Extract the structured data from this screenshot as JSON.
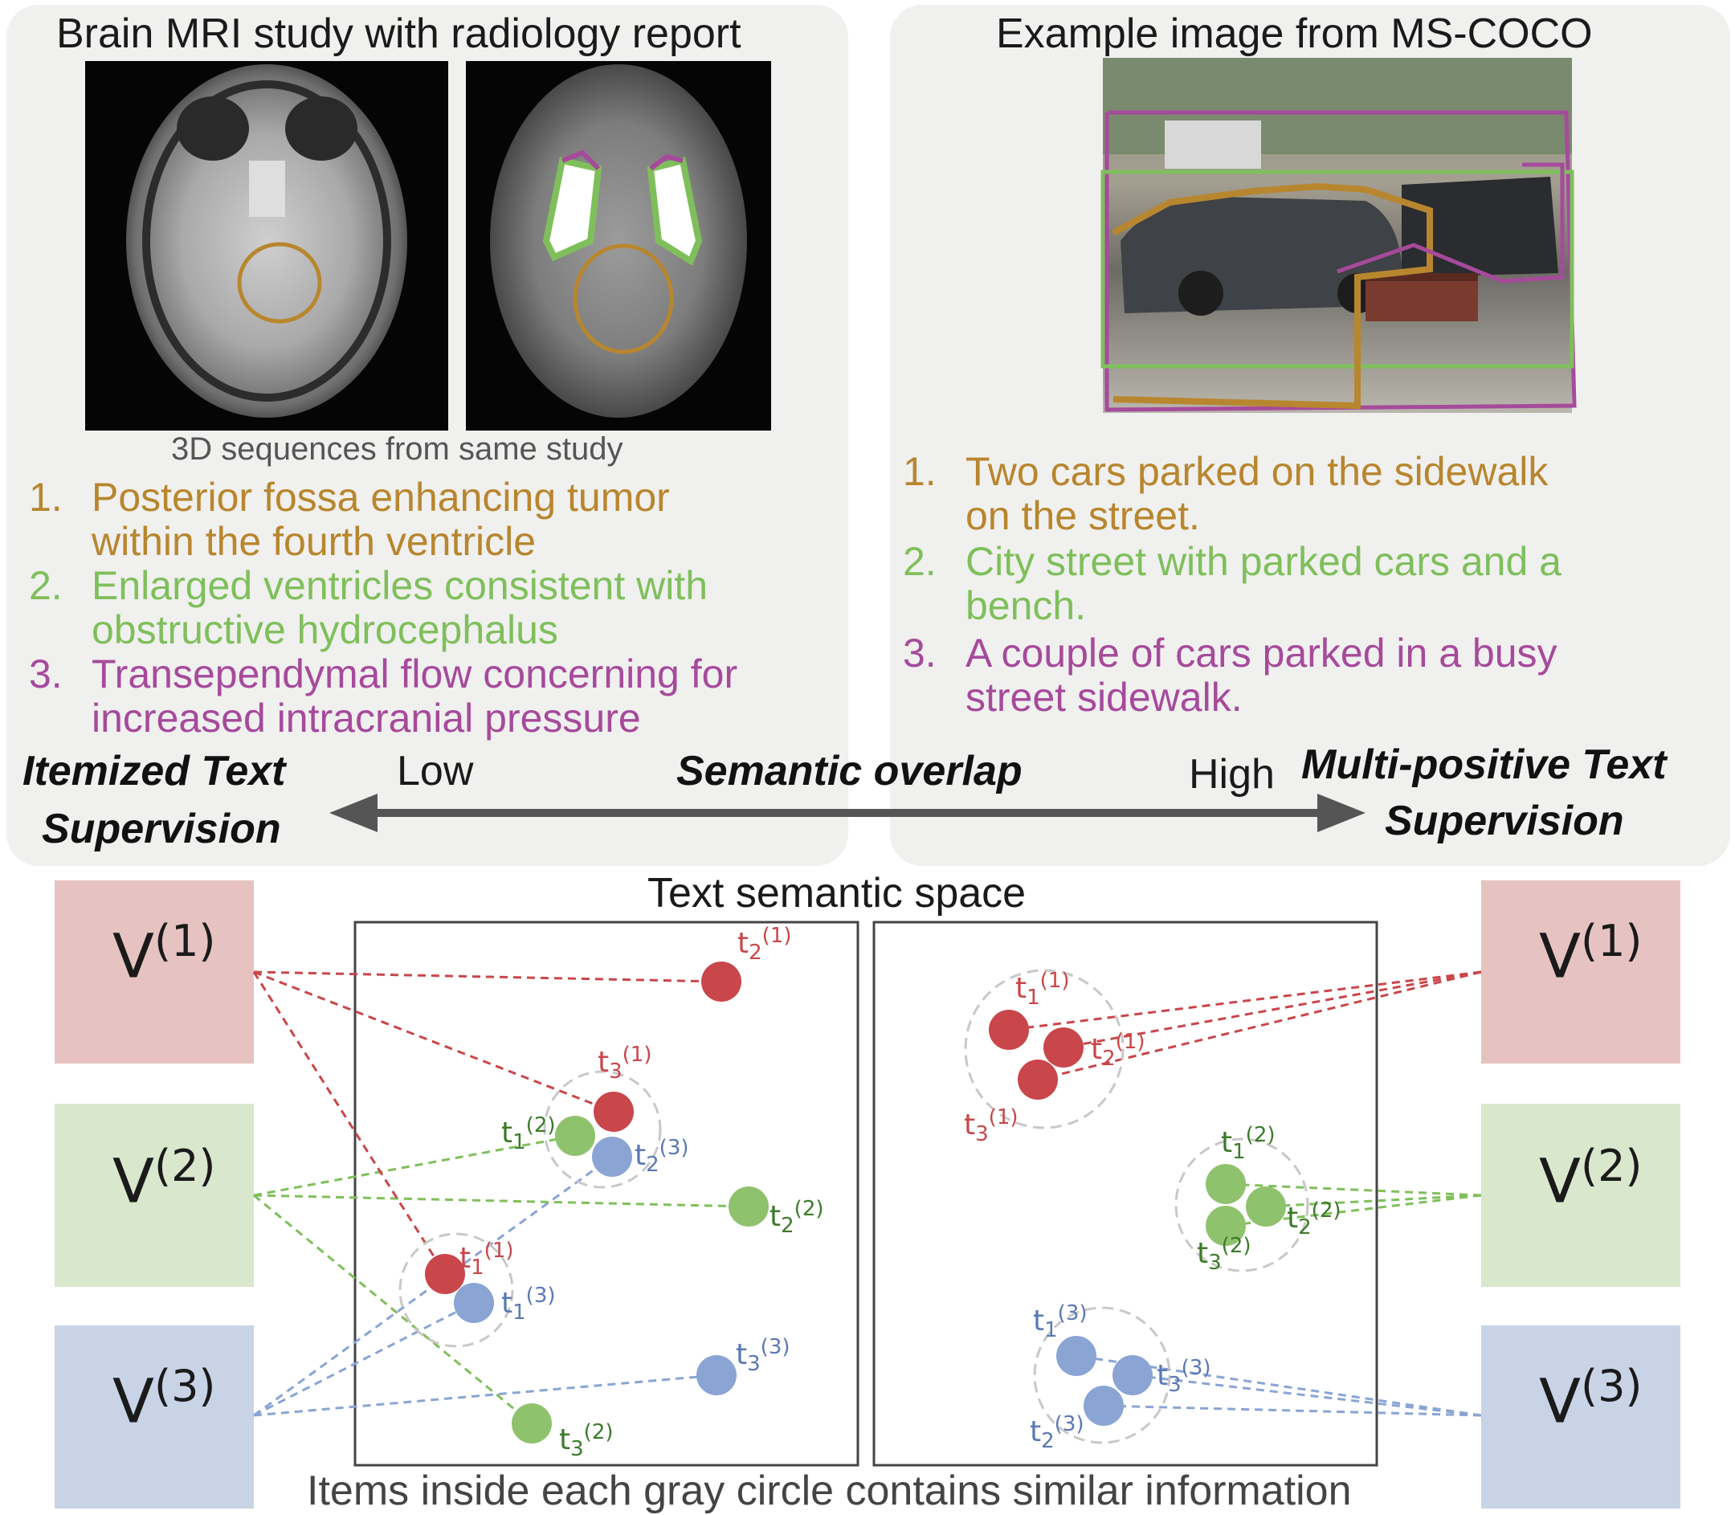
{
  "colors": {
    "orange": "#b8862e",
    "green": "#7fbf5b",
    "purple": "#a64a9b",
    "red": "#c9464a",
    "blue": "#8aa4d4",
    "dark_green": "#3c7a2a",
    "gray": "#555555"
  },
  "left_panel": {
    "title": "Brain MRI study with radiology report",
    "caption": "3D sequences from same study",
    "items": [
      {
        "num": "1.",
        "lines": [
          "Posterior fossa enhancing tumor",
          "within the fourth ventricle"
        ],
        "color": "orange"
      },
      {
        "num": "2.",
        "lines": [
          "Enlarged ventricles consistent with",
          "obstructive hydrocephalus"
        ],
        "color": "green"
      },
      {
        "num": "3.",
        "lines": [
          "Transependymal flow concerning for",
          "increased intracranial pressure"
        ],
        "color": "purple"
      }
    ]
  },
  "right_panel": {
    "title": "Example image from MS-COCO",
    "items": [
      {
        "num": "1.",
        "lines": [
          "Two cars parked on the sidewalk",
          "on the street."
        ],
        "color": "orange"
      },
      {
        "num": "2.",
        "lines": [
          "City street with parked cars and a",
          "bench."
        ],
        "color": "green"
      },
      {
        "num": "3.",
        "lines": [
          "A couple of cars parked in a busy",
          "street sidewalk."
        ],
        "color": "purple"
      }
    ]
  },
  "axis": {
    "left_label": [
      "Itemized Text",
      "Supervision"
    ],
    "right_label": [
      "Multi-positive Text",
      "Supervision"
    ],
    "low": "Low",
    "high": "High",
    "center": "Semantic overlap"
  },
  "space": {
    "title": "Text semantic space",
    "caption": "Items inside each gray circle contains similar information"
  },
  "v_boxes": {
    "v1": {
      "base": "V",
      "sup": "(1)",
      "color": "#e6c3c1"
    },
    "v2": {
      "base": "V",
      "sup": "(2)",
      "color": "#d9e7cd"
    },
    "v3": {
      "base": "V",
      "sup": "(3)",
      "color": "#c8d4e6"
    }
  },
  "points": {
    "left": [
      {
        "id": "t2_1",
        "sub": "2",
        "sup": "(1)",
        "color": "red"
      },
      {
        "id": "t3_1",
        "sub": "3",
        "sup": "(1)",
        "color": "red"
      },
      {
        "id": "t1_2",
        "sub": "1",
        "sup": "(2)",
        "color": "dark_green"
      },
      {
        "id": "t2_3",
        "sub": "2",
        "sup": "(3)",
        "color": "blue"
      },
      {
        "id": "t2_2",
        "sub": "2",
        "sup": "(2)",
        "color": "dark_green"
      },
      {
        "id": "t1_1",
        "sub": "1",
        "sup": "(1)",
        "color": "red"
      },
      {
        "id": "t1_3",
        "sub": "1",
        "sup": "(3)",
        "color": "blue"
      },
      {
        "id": "t3_3",
        "sub": "3",
        "sup": "(3)",
        "color": "blue"
      },
      {
        "id": "t3_2",
        "sub": "3",
        "sup": "(2)",
        "color": "dark_green"
      }
    ],
    "right": [
      {
        "id": "t1_1",
        "sub": "1",
        "sup": "(1)",
        "color": "red"
      },
      {
        "id": "t2_1",
        "sub": "2",
        "sup": "(1)",
        "color": "red"
      },
      {
        "id": "t3_1",
        "sub": "3",
        "sup": "(1)",
        "color": "red"
      },
      {
        "id": "t1_2",
        "sub": "1",
        "sup": "(2)",
        "color": "dark_green"
      },
      {
        "id": "t2_2",
        "sub": "2",
        "sup": "(2)",
        "color": "dark_green"
      },
      {
        "id": "t3_2",
        "sub": "3",
        "sup": "(2)",
        "color": "dark_green"
      },
      {
        "id": "t1_3",
        "sub": "1",
        "sup": "(3)",
        "color": "blue"
      },
      {
        "id": "t3_3",
        "sub": "3",
        "sup": "(3)",
        "color": "blue"
      },
      {
        "id": "t2_3",
        "sub": "2",
        "sup": "(3)",
        "color": "blue"
      }
    ]
  }
}
